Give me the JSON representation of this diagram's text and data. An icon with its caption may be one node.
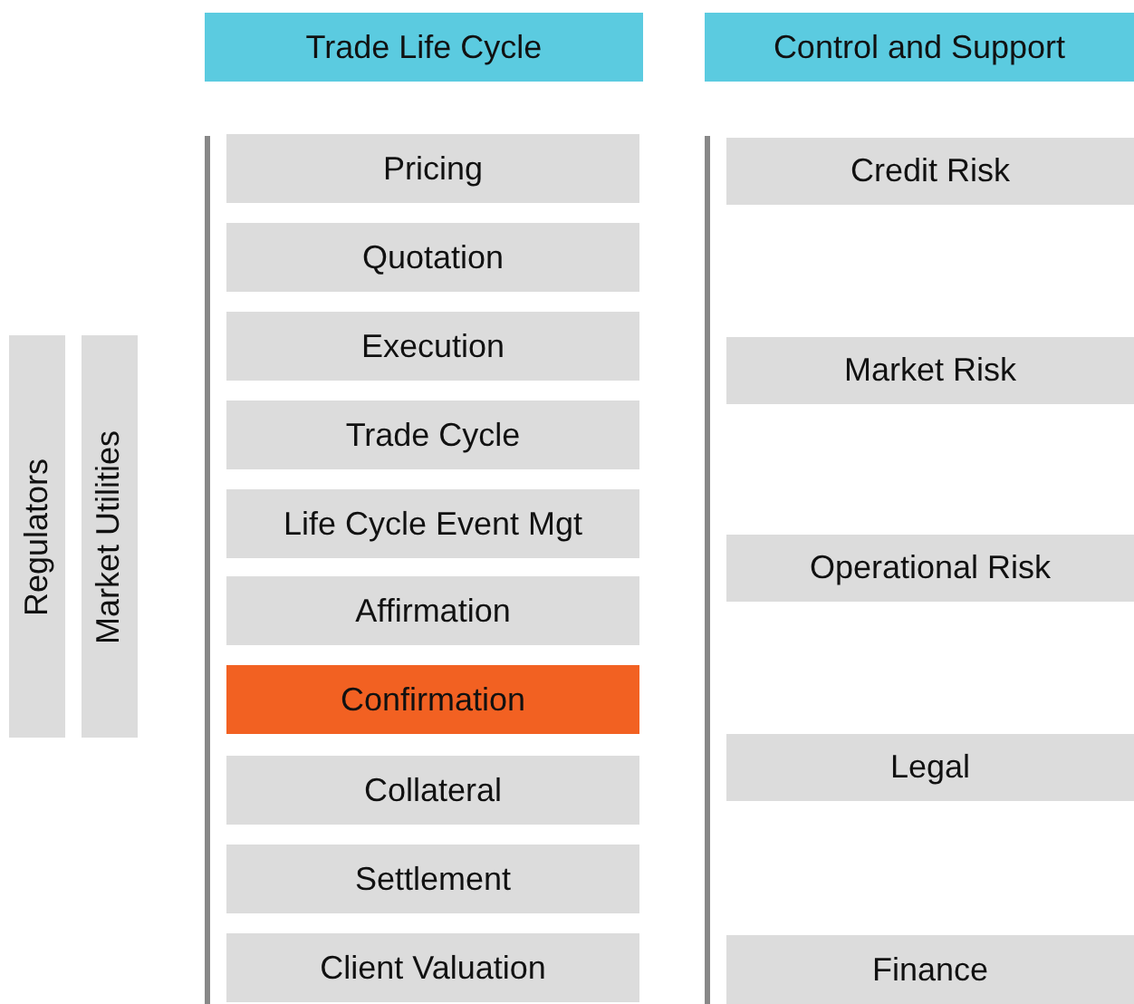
{
  "diagram": {
    "nodes": [
      {
        "text": [
          "Trade Life Cycle"
        ]
      },
      {
        "text": [
          "Control and Support"
        ]
      },
      {
        "text": [
          "Regulators"
        ]
      },
      {
        "text": [
          "Market Utilities"
        ]
      },
      {
        "text": [
          "Pricing"
        ]
      },
      {
        "text": [
          "Quotation"
        ]
      },
      {
        "text": [
          "Execution"
        ]
      },
      {
        "text": [
          "Trade Cycle"
        ]
      },
      {
        "text": [
          "Life Cycle Event Mgt"
        ]
      },
      {
        "text": [
          "Affirmation"
        ]
      },
      {
        "text": [
          "Confirmation"
        ]
      },
      {
        "text": [
          "Collateral"
        ]
      },
      {
        "text": [
          "Settlement"
        ]
      },
      {
        "text": [
          "Client Valuation"
        ]
      },
      {
        "text": [
          "Credit Risk"
        ]
      },
      {
        "text": [
          "Market Risk"
        ]
      },
      {
        "text": [
          "Operational Risk"
        ]
      },
      {
        "text": [
          "Legal"
        ]
      },
      {
        "text": [
          "Finance"
        ]
      }
    ]
  }
}
